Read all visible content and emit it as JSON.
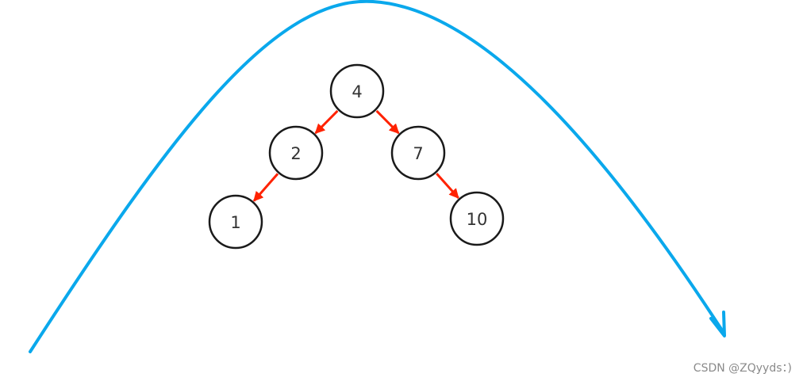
{
  "diagram": {
    "nodes": [
      {
        "id": "n4",
        "label": "4"
      },
      {
        "id": "n2",
        "label": "2"
      },
      {
        "id": "n7",
        "label": "7"
      },
      {
        "id": "n1",
        "label": "1"
      },
      {
        "id": "n10",
        "label": "10"
      }
    ],
    "edges": [
      {
        "from": "n4",
        "to": "n2"
      },
      {
        "from": "n4",
        "to": "n7"
      },
      {
        "from": "n2",
        "to": "n1"
      },
      {
        "from": "n7",
        "to": "n10"
      }
    ],
    "colors": {
      "edge": "#ff2200",
      "curve": "#0aa8ec",
      "node_stroke": "#1a1a1a"
    }
  },
  "watermark": "CSDN @ZQyyds：)"
}
